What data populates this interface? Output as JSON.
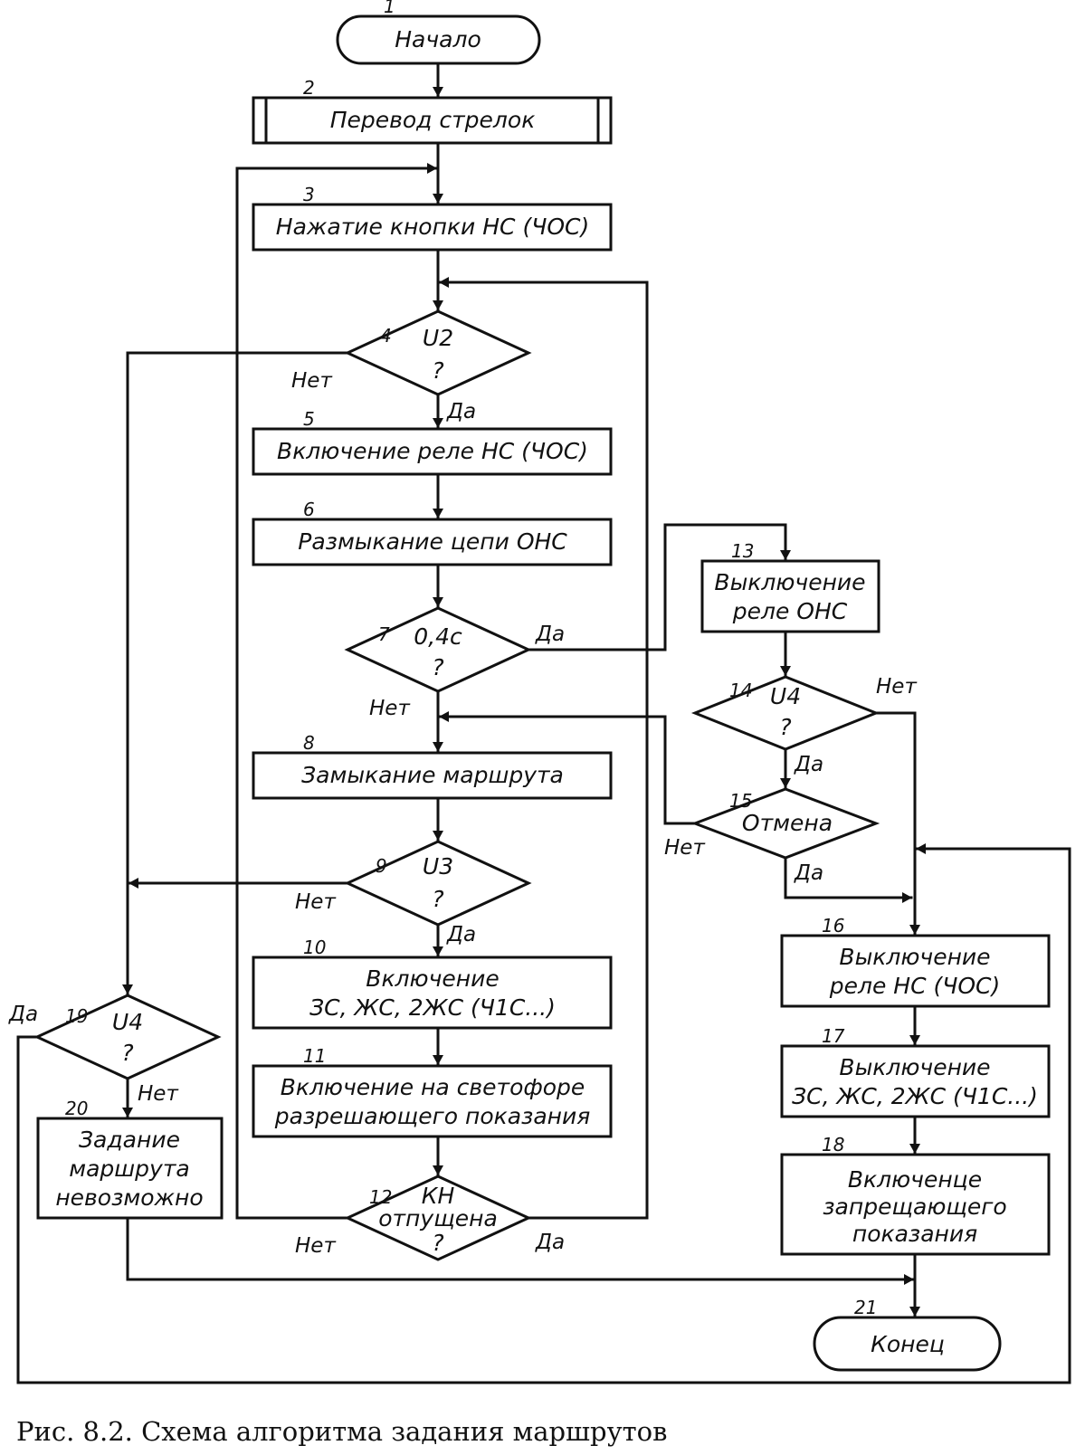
{
  "caption": "Рис. 8.2. Схема алгоритма задания маршрутов",
  "nodes": {
    "n1": {
      "num": "1",
      "lines": [
        "Начало"
      ]
    },
    "n2": {
      "num": "2",
      "lines": [
        "Перевод стрелок"
      ]
    },
    "n3": {
      "num": "3",
      "lines": [
        "Нажатие кнопки НС (ЧОС)"
      ]
    },
    "n4": {
      "num": "4",
      "lines": [
        "U2",
        "?"
      ]
    },
    "n5": {
      "num": "5",
      "lines": [
        "Включение реле НС (ЧОС)"
      ]
    },
    "n6": {
      "num": "6",
      "lines": [
        "Размыкание цепи ОНС"
      ]
    },
    "n7": {
      "num": "7",
      "lines": [
        "0,4с",
        "?"
      ]
    },
    "n8": {
      "num": "8",
      "lines": [
        "Замыкание маршрута"
      ]
    },
    "n9": {
      "num": "9",
      "lines": [
        "U3",
        "?"
      ]
    },
    "n10": {
      "num": "10",
      "lines": [
        "Включение",
        "ЗС, ЖС, 2ЖС (Ч1С...)"
      ]
    },
    "n11": {
      "num": "11",
      "lines": [
        "Включение на светофоре",
        "разрешающего показания"
      ]
    },
    "n12": {
      "num": "12",
      "lines": [
        "КН",
        "отпущена",
        "?"
      ]
    },
    "n13": {
      "num": "13",
      "lines": [
        "Выключение",
        "реле ОНС"
      ]
    },
    "n14": {
      "num": "14",
      "lines": [
        "U4",
        "?"
      ]
    },
    "n15": {
      "num": "15",
      "lines": [
        "Отмена"
      ]
    },
    "n16": {
      "num": "16",
      "lines": [
        "Выключение",
        "реле НС (ЧОС)"
      ]
    },
    "n17": {
      "num": "17",
      "lines": [
        "Выключение",
        "ЗС, ЖС, 2ЖС (Ч1С...)"
      ]
    },
    "n18": {
      "num": "18",
      "lines": [
        "Включенце",
        "запрещающего",
        "показания"
      ]
    },
    "n19": {
      "num": "19",
      "lines": [
        "U4",
        "?"
      ]
    },
    "n20": {
      "num": "20",
      "lines": [
        "Задание",
        "маршрута",
        "невозможно"
      ]
    },
    "n21": {
      "num": "21",
      "lines": [
        "Конец"
      ]
    }
  },
  "branches": {
    "yes": "Да",
    "no": "Нет"
  }
}
